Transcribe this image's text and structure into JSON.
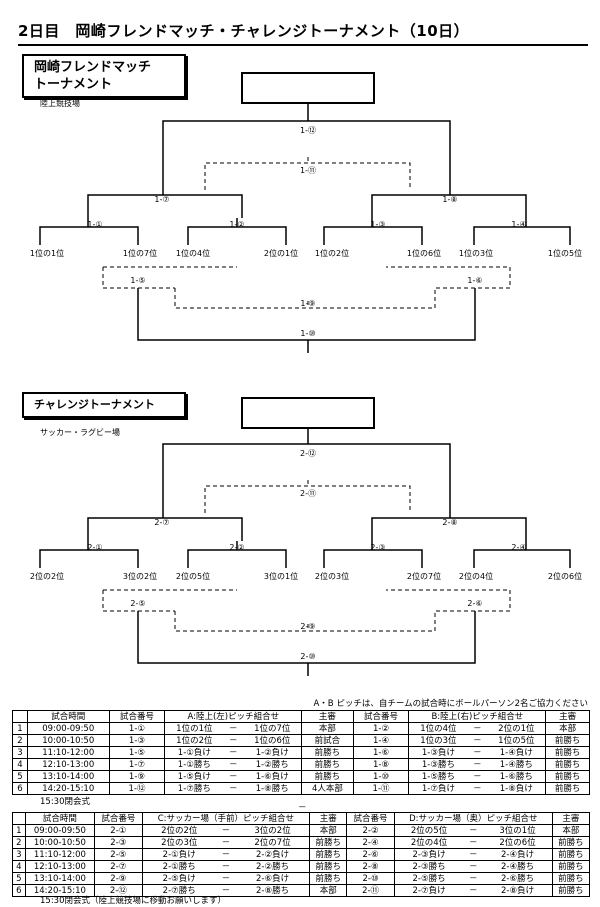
{
  "page_title": "2日目　岡崎フレンドマッチ・チャレンジトーナメント（10日）",
  "t1": {
    "name_line1": "岡崎フレンドマッチ",
    "name_line2": "トーナメント",
    "venue": "陸上競技場",
    "final": "1-⑫",
    "third": "1-⑪",
    "semi_left": "1-⑦",
    "semi_right": "1-⑧",
    "r1": [
      "1-①",
      "1-②",
      "1-③",
      "1-④"
    ],
    "teams": [
      "1位の1位",
      "1位の7位",
      "1位の4位",
      "2位の1位",
      "1位の2位",
      "1位の6位",
      "1位の3位",
      "1位の5位"
    ],
    "cons_left": "1-⑤",
    "cons_right": "1-⑥",
    "cons_final": "1-⑨",
    "cons_third": "1-⑩"
  },
  "t2": {
    "name": "チャレンジトーナメント",
    "venue": "サッカー・ラグビー場",
    "final": "2-⑫",
    "third": "2-⑪",
    "semi_left": "2-⑦",
    "semi_right": "2-⑧",
    "r1": [
      "2-①",
      "2-②",
      "2-③",
      "2-④"
    ],
    "teams": [
      "2位の2位",
      "3位の2位",
      "2位の5位",
      "3位の1位",
      "2位の3位",
      "2位の7位",
      "2位の4位",
      "2位の6位"
    ],
    "cons_left": "2-⑤",
    "cons_right": "2-⑥",
    "cons_final": "2-⑨",
    "cons_third": "2-⑩"
  },
  "schedule_note": "A・B ピッチは、自チームの試合時にボールパーソン2名ご協力ください",
  "table1": {
    "headers": [
      "",
      "試合時間",
      "試合番号",
      "A:陸上(左)ピッチ組合せ",
      "主審",
      "試合番号",
      "B:陸上(右)ピッチ組合せ",
      "主審"
    ],
    "rows": [
      [
        "1",
        "09:00-09:50",
        "1-①",
        "1位の1位",
        "－",
        "1位の7位",
        "本部",
        "1-②",
        "1位の4位",
        "－",
        "2位の1位",
        "本部"
      ],
      [
        "2",
        "10:00-10:50",
        "1-③",
        "1位の2位",
        "－",
        "1位の6位",
        "前試合",
        "1-④",
        "1位の3位",
        "－",
        "1位の5位",
        "前勝ち"
      ],
      [
        "3",
        "11:10-12:00",
        "1-⑤",
        "1-①負け",
        "－",
        "1-②負け",
        "前勝ち",
        "1-⑥",
        "1-③負け",
        "－",
        "1-④負け",
        "前勝ち"
      ],
      [
        "4",
        "12:10-13:00",
        "1-⑦",
        "1-①勝ち",
        "－",
        "1-②勝ち",
        "前勝ち",
        "1-⑧",
        "1-③勝ち",
        "－",
        "1-④勝ち",
        "前勝ち"
      ],
      [
        "5",
        "13:10-14:00",
        "1-⑨",
        "1-⑤負け",
        "－",
        "1-⑥負け",
        "前勝ち",
        "1-⑩",
        "1-⑤勝ち",
        "－",
        "1-⑥勝ち",
        "前勝ち"
      ],
      [
        "6",
        "14:20-15:10",
        "1-⑫",
        "1-⑦勝ち",
        "－",
        "1-⑧勝ち",
        "4人本部",
        "1-⑪",
        "1-⑦負け",
        "－",
        "1-⑧負け",
        "前勝ち"
      ]
    ],
    "closing": "15:30閉会式"
  },
  "dash": "－",
  "table2": {
    "headers": [
      "",
      "試合時間",
      "試合番号",
      "C:サッカー場（手前）ピッチ組合せ",
      "主審",
      "試合番号",
      "D:サッカー場（奥）ピッチ組合せ",
      "主審"
    ],
    "rows": [
      [
        "1",
        "09:00-09:50",
        "2-①",
        "2位の2位",
        "－",
        "3位の2位",
        "本部",
        "2-②",
        "2位の5位",
        "－",
        "3位の1位",
        "本部"
      ],
      [
        "2",
        "10:00-10:50",
        "2-③",
        "2位の3位",
        "－",
        "2位の7位",
        "前勝ち",
        "2-④",
        "2位の4位",
        "－",
        "2位の6位",
        "前勝ち"
      ],
      [
        "3",
        "11:10-12:00",
        "2-⑤",
        "2-①負け",
        "－",
        "2-②負け",
        "前勝ち",
        "2-⑥",
        "2-③負け",
        "－",
        "2-④負け",
        "前勝ち"
      ],
      [
        "4",
        "12:10-13:00",
        "2-⑦",
        "2-①勝ち",
        "－",
        "2-②勝ち",
        "前勝ち",
        "2-⑧",
        "2-③勝ち",
        "－",
        "2-④勝ち",
        "前勝ち"
      ],
      [
        "5",
        "13:10-14:00",
        "2-⑨",
        "2-⑤負け",
        "－",
        "2-⑥負け",
        "前勝ち",
        "2-⑩",
        "2-⑤勝ち",
        "－",
        "2-⑥勝ち",
        "前勝ち"
      ],
      [
        "6",
        "14:20-15:10",
        "2-⑫",
        "2-⑦勝ち",
        "－",
        "2-⑧勝ち",
        "本部",
        "2-⑪",
        "2-⑦負け",
        "－",
        "2-⑧負け",
        "前勝ち"
      ]
    ],
    "closing": "15:30閉会式（陸上競技場に移動お願いします）"
  }
}
